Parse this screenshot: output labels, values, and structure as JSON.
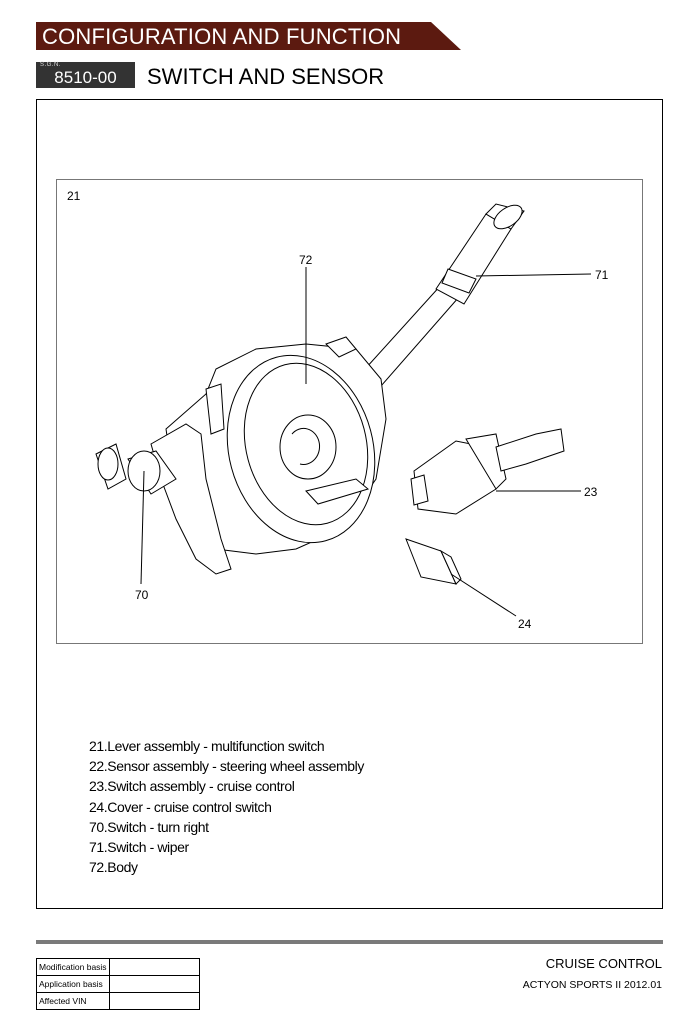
{
  "header": {
    "banner_title": "CONFIGURATION AND FUNCTION",
    "sgn_label": "S.G.N.",
    "sgn_code": "8510-00",
    "section_title": "SWITCH AND SENSOR"
  },
  "figure": {
    "callouts": {
      "c21": "21",
      "c72": "72",
      "c71": "71",
      "c23": "23",
      "c70": "70",
      "c24": "24"
    }
  },
  "legend": {
    "items": [
      "21.Lever assembly - multifunction switch",
      "22.Sensor assembly - steering wheel assembly",
      "23.Switch assembly - cruise control",
      "24.Cover - cruise control switch",
      "70.Switch - turn right",
      "71.Switch - wiper",
      "72.Body"
    ]
  },
  "footer": {
    "table": [
      {
        "label": "Modification basis",
        "value": ""
      },
      {
        "label": "Application basis",
        "value": ""
      },
      {
        "label": "Affected VIN",
        "value": ""
      }
    ],
    "system": "CRUISE CONTROL",
    "model": "ACTYON SPORTS II 2012.01"
  }
}
